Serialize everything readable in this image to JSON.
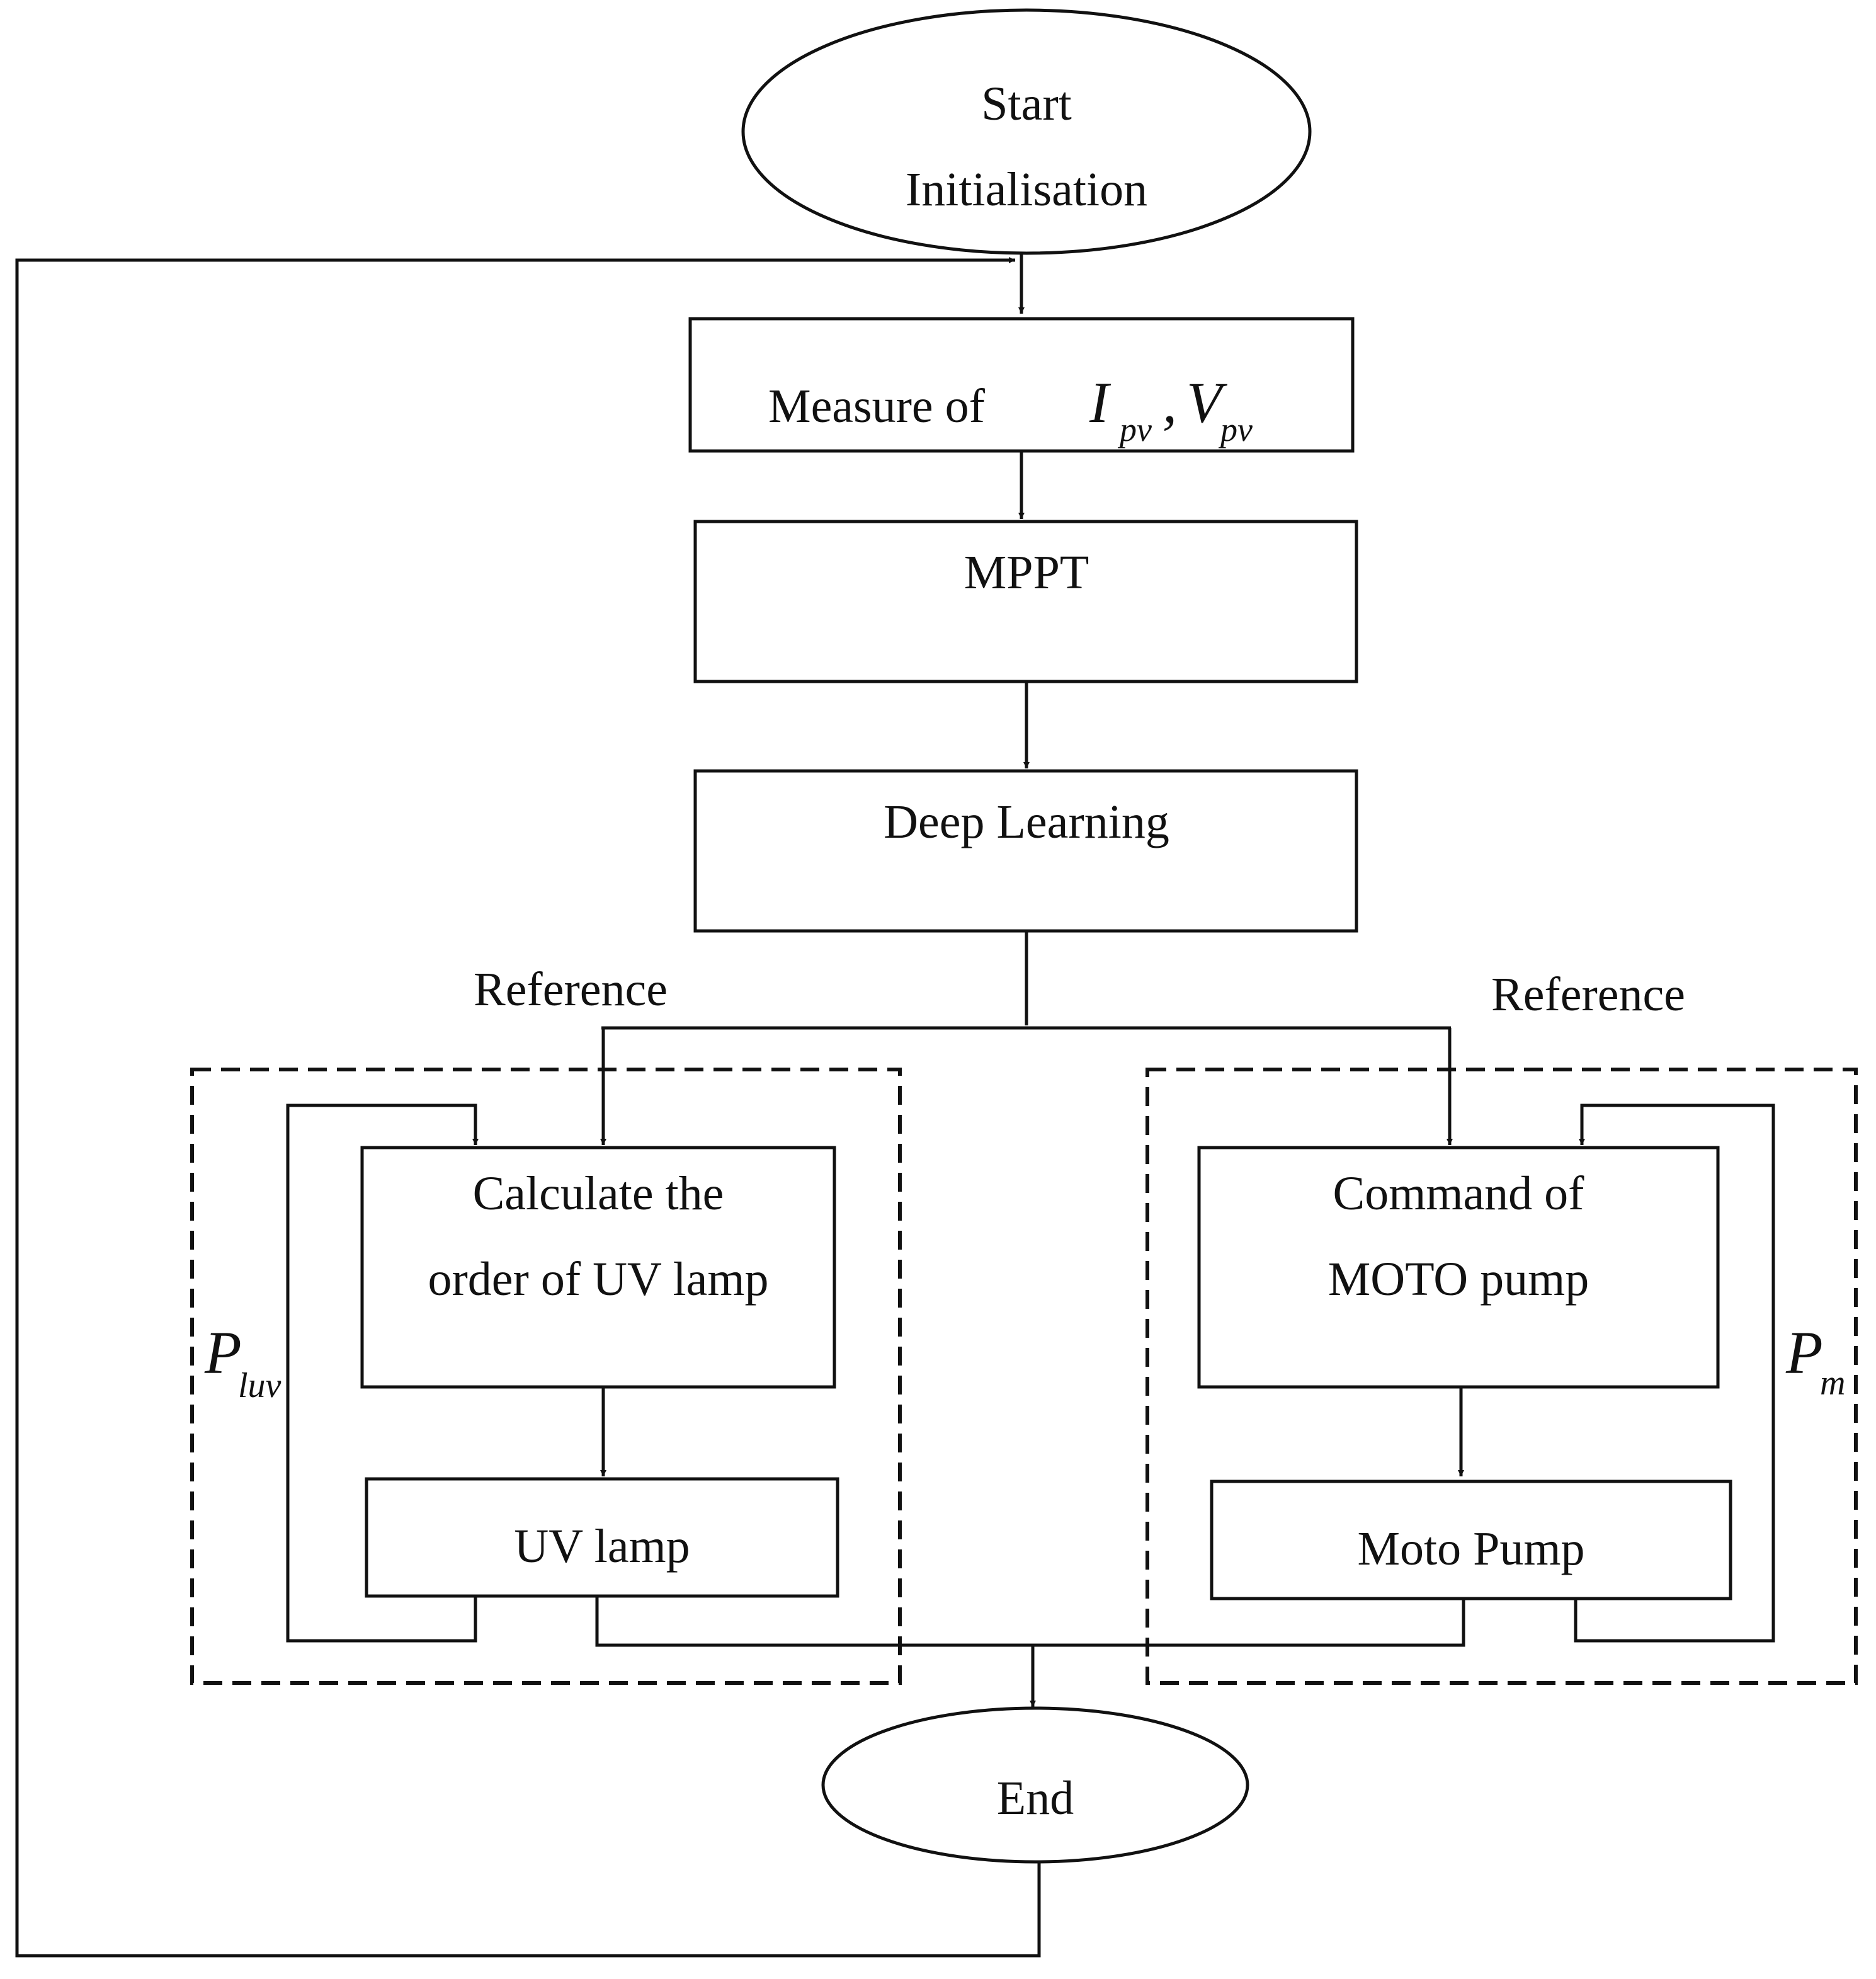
{
  "nodes": {
    "start_line1": "Start",
    "start_line2": "Initialisation",
    "measure_prefix": "Measure of",
    "measure_i": "I",
    "measure_i_sub": "pv",
    "measure_comma": ",",
    "measure_v": "V",
    "measure_v_sub": "pv",
    "mppt": "MPPT",
    "deep_learning": "Deep Learning",
    "calc_line1": "Calculate the",
    "calc_line2": "order of UV lamp",
    "uv_lamp": "UV lamp",
    "command_line1": "Command of",
    "command_line2": "MOTO pump",
    "moto_pump": "Moto Pump",
    "end": "End"
  },
  "labels": {
    "reference_left": "Reference",
    "reference_right": "Reference",
    "p_luv": "P",
    "p_luv_sub": "luv",
    "p_m": "P",
    "p_m_sub": "m"
  }
}
